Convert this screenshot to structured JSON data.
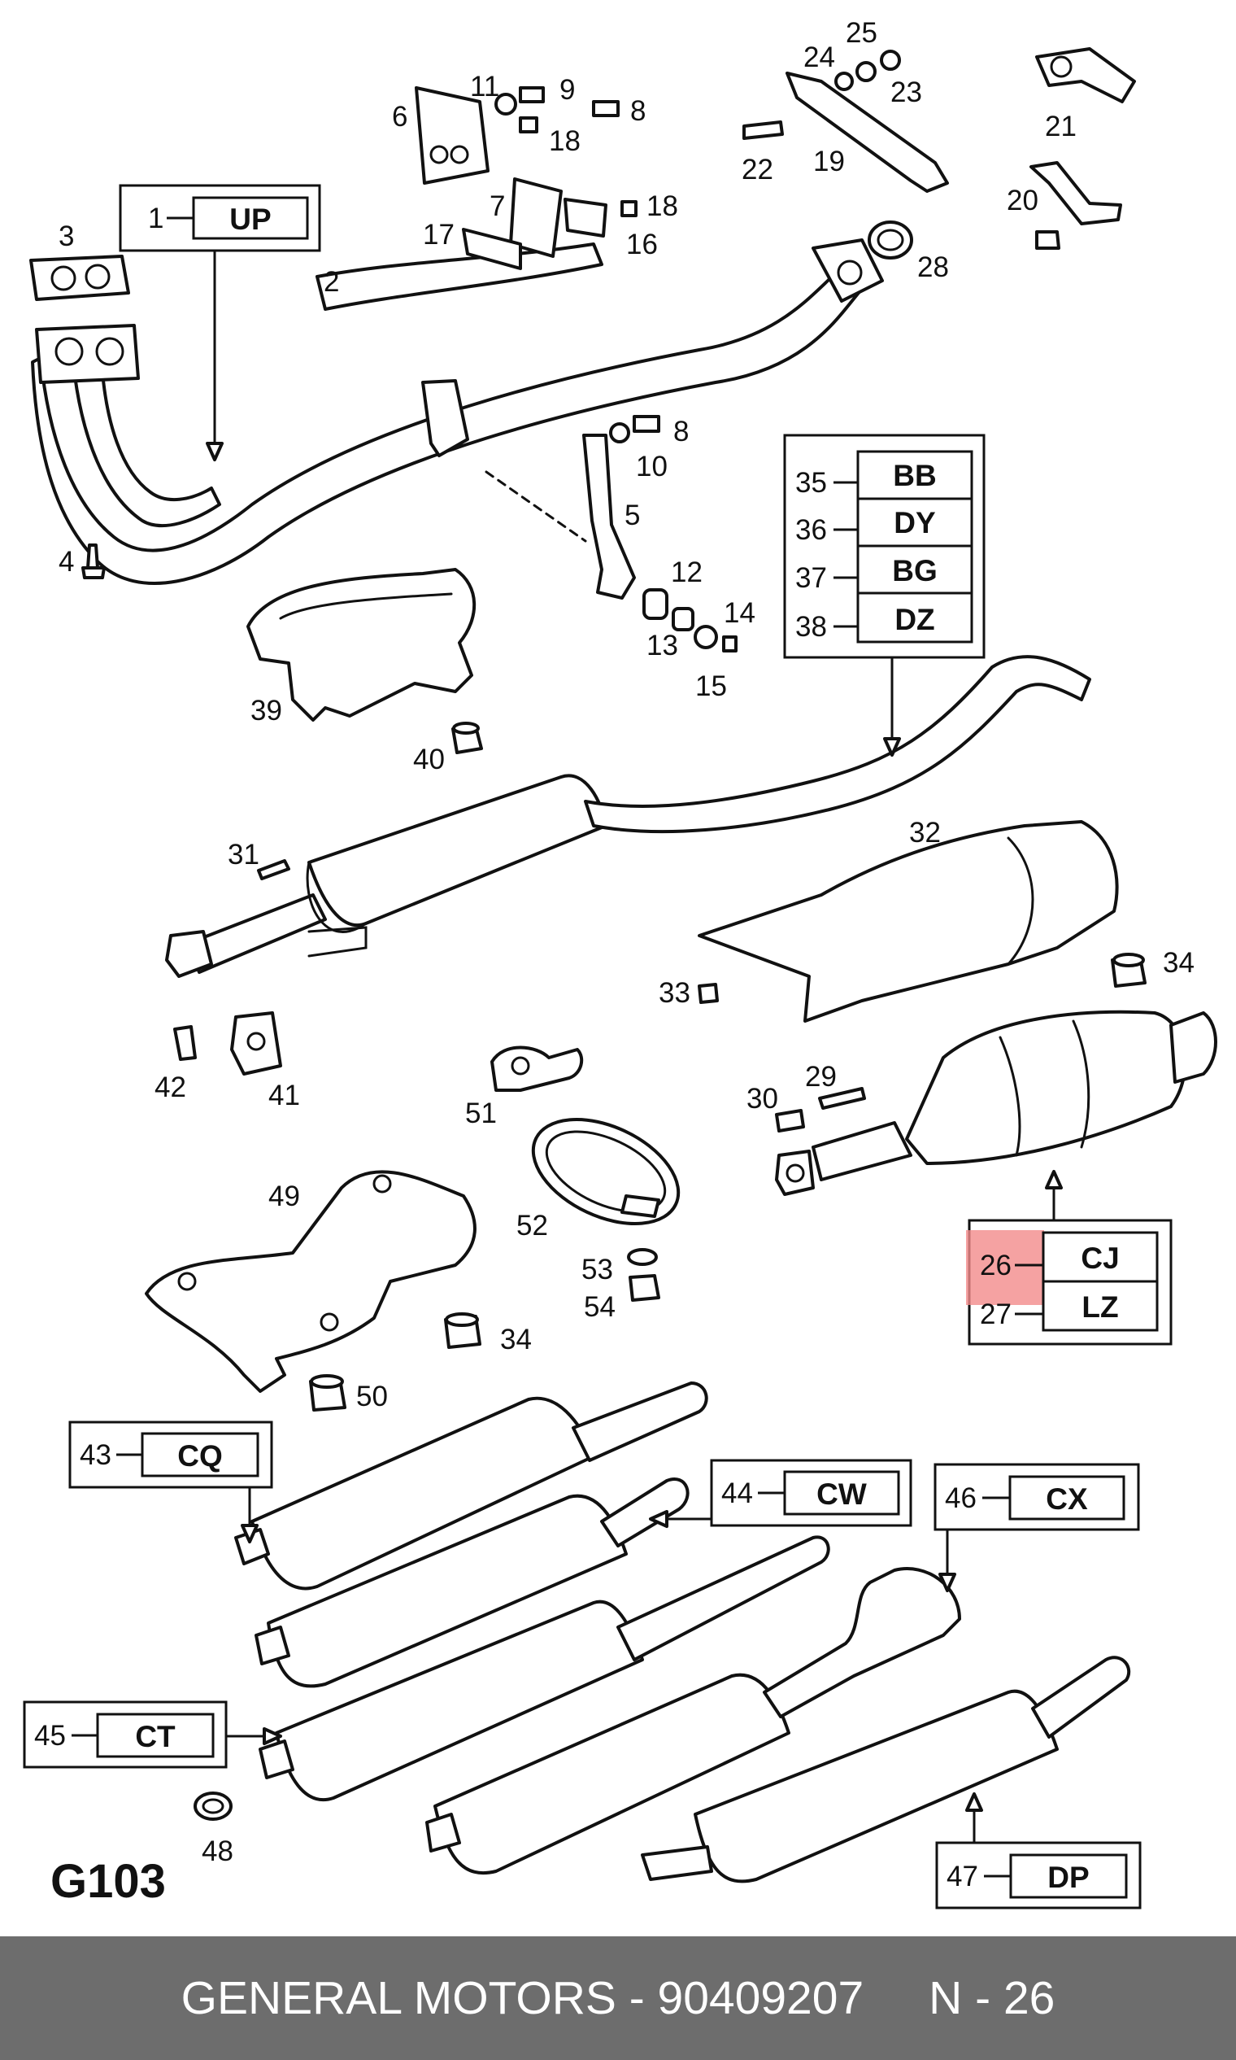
{
  "diagram_id": "G103",
  "highlight_number": "26",
  "footer": {
    "brand": "GENERAL MOTORS",
    "dash": "-",
    "part_number": "90409207",
    "page": "N - 26"
  },
  "codes": {
    "c1": "UP",
    "c35": "BB",
    "c36": "DY",
    "c37": "BG",
    "c38": "DZ",
    "c26": "CJ",
    "c27": "LZ",
    "c43": "CQ",
    "c44": "CW",
    "c45": "CT",
    "c46": "CX",
    "c47": "DP"
  },
  "labels": {
    "n1": "1",
    "n2": "2",
    "n3": "3",
    "n4": "4",
    "n5": "5",
    "n6": "6",
    "n7": "7",
    "n8a": "8",
    "n8b": "8",
    "n9": "9",
    "n10": "10",
    "n11": "11",
    "n12": "12",
    "n13": "13",
    "n14": "14",
    "n15": "15",
    "n16": "16",
    "n17": "17",
    "n18a": "18",
    "n18b": "18",
    "n19": "19",
    "n20": "20",
    "n21": "21",
    "n22": "22",
    "n23": "23",
    "n24": "24",
    "n25": "25",
    "n26": "26",
    "n27": "27",
    "n28": "28",
    "n29": "29",
    "n30": "30",
    "n31": "31",
    "n32": "32",
    "n33": "33",
    "n34a": "34",
    "n34b": "34",
    "n35": "35",
    "n36": "36",
    "n37": "37",
    "n38": "38",
    "n39": "39",
    "n40": "40",
    "n41": "41",
    "n42": "42",
    "n43": "43",
    "n44": "44",
    "n45": "45",
    "n46": "46",
    "n47": "47",
    "n48": "48",
    "n49": "49",
    "n50": "50",
    "n51": "51",
    "n52": "52",
    "n53": "53",
    "n54": "54"
  }
}
